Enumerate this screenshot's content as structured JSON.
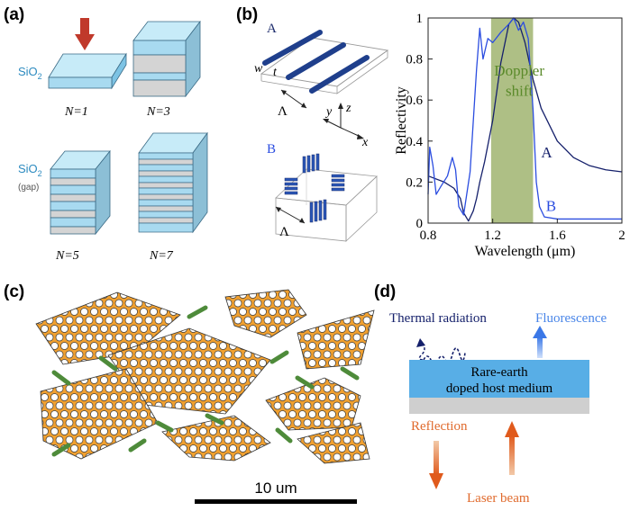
{
  "panels": {
    "a": "(a)",
    "b": "(b)",
    "c": "(c)",
    "d": "(d)"
  },
  "panel_a": {
    "sio2_label": "SiO",
    "sio2_sub": "2",
    "gap_label": "(gap)",
    "n_labels": [
      "N=1",
      "N=3",
      "N=5",
      "N=7"
    ]
  },
  "panel_b_left": {
    "label_a": "A",
    "label_b": "B",
    "w": "w",
    "t": "t",
    "lambda1": "Λ",
    "lambda2": "Λ",
    "axis_x": "x",
    "axis_y": "y",
    "axis_z": "z"
  },
  "panel_c": {
    "scale_bar": "10 um"
  },
  "panel_d": {
    "thermal": "Thermal radiation",
    "fluorescence": "Fluorescence",
    "medium_line1": "Rare-earth",
    "medium_line2": "doped host medium",
    "reflection": "Reflection",
    "laser": "Laser beam"
  },
  "colors": {
    "sio2": "#a8daf0",
    "gap": "#d4d4d4",
    "arrow_red": "#c0392b",
    "bar_blue": "#1f3f8c",
    "highlight_green": "#aebf85",
    "curve_a": "#15206b",
    "curve_b": "#2b4de0",
    "hex_orange": "#f0a030",
    "hex_green": "#4e8b3a",
    "medium_blue": "#58aee6",
    "fluor_blue": "#4a86e8",
    "reflect_orange": "#e06a2c"
  },
  "chart_data": {
    "type": "line",
    "xlabel": "Wavelength (μm)",
    "ylabel": "Reflectivity",
    "xlim": [
      0.8,
      2.0
    ],
    "ylim": [
      0,
      1.0
    ],
    "xticks": [
      "0.8",
      "1.2",
      "1.6",
      "2"
    ],
    "yticks": [
      "0",
      "0.2",
      "0.4",
      "0.6",
      "0.8",
      "1"
    ],
    "highlight": {
      "label_line1": "Doppler",
      "label_line2": "shift",
      "x_range": [
        1.19,
        1.45
      ]
    },
    "series": [
      {
        "name": "A",
        "x": [
          0.8,
          0.9,
          0.96,
          1.0,
          1.02,
          1.05,
          1.08,
          1.1,
          1.12,
          1.15,
          1.2,
          1.25,
          1.3,
          1.33,
          1.36,
          1.4,
          1.45,
          1.5,
          1.6,
          1.7,
          1.8,
          1.9,
          2.0
        ],
        "y": [
          0.23,
          0.2,
          0.17,
          0.12,
          0.05,
          0.01,
          0.06,
          0.12,
          0.2,
          0.3,
          0.5,
          0.78,
          0.97,
          1.0,
          0.98,
          0.88,
          0.7,
          0.56,
          0.4,
          0.32,
          0.28,
          0.26,
          0.25
        ]
      },
      {
        "name": "B",
        "x": [
          0.8,
          0.81,
          0.83,
          0.85,
          0.88,
          0.92,
          0.95,
          0.97,
          0.99,
          1.02,
          1.06,
          1.08,
          1.1,
          1.12,
          1.14,
          1.17,
          1.2,
          1.25,
          1.3,
          1.33,
          1.36,
          1.39,
          1.42,
          1.45,
          1.47,
          1.49,
          1.52,
          1.6,
          1.8,
          2.0
        ],
        "y": [
          0.14,
          0.37,
          0.28,
          0.14,
          0.18,
          0.23,
          0.32,
          0.26,
          0.08,
          0.04,
          0.25,
          0.5,
          0.75,
          0.95,
          0.8,
          0.9,
          0.88,
          0.93,
          0.97,
          1.0,
          0.94,
          0.98,
          0.9,
          0.55,
          0.2,
          0.08,
          0.03,
          0.02,
          0.02,
          0.02
        ]
      }
    ]
  }
}
